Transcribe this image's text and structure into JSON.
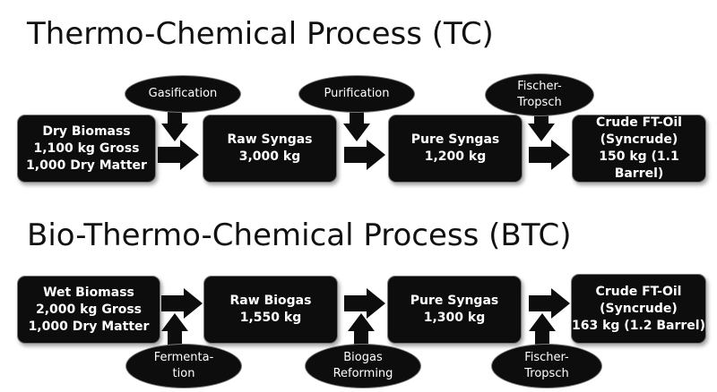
{
  "tc": {
    "title": "Thermo-Chemical Process (TC)",
    "boxes": [
      {
        "lines": [
          "Dry Biomass",
          "1,100 kg Gross",
          "1,000 Dry Matter"
        ]
      },
      {
        "lines": [
          "Raw Syngas",
          "3,000 kg"
        ]
      },
      {
        "lines": [
          "Pure Syngas",
          "1,200 kg"
        ]
      },
      {
        "lines": [
          "Crude FT-Oil",
          "(Syncrude)",
          "150 kg (1.1 Barrel)"
        ]
      }
    ],
    "steps": [
      {
        "lines": [
          "Gasification"
        ]
      },
      {
        "lines": [
          "Purification"
        ]
      },
      {
        "lines": [
          "Fischer-",
          "Tropsch"
        ]
      }
    ]
  },
  "btc": {
    "title": "Bio-Thermo-Chemical Process (BTC)",
    "boxes": [
      {
        "lines": [
          "Wet Biomass",
          "2,000 kg Gross",
          "1,000 Dry Matter"
        ]
      },
      {
        "lines": [
          "Raw Biogas",
          "1,550 kg"
        ]
      },
      {
        "lines": [
          "Pure Syngas",
          "1,300 kg"
        ]
      },
      {
        "lines": [
          "Crude FT-Oil",
          "(Syncrude)",
          "163 kg (1.2 Barrel)"
        ]
      }
    ],
    "steps": [
      {
        "lines": [
          "Fermenta-",
          "tion"
        ]
      },
      {
        "lines": [
          "Biogas",
          "Reforming"
        ]
      },
      {
        "lines": [
          "Fischer-",
          "Tropsch"
        ]
      }
    ]
  },
  "colors": {
    "box_fill": "#0d0d0d",
    "text": "#ffffff",
    "arrow": "#0d0d0d"
  }
}
